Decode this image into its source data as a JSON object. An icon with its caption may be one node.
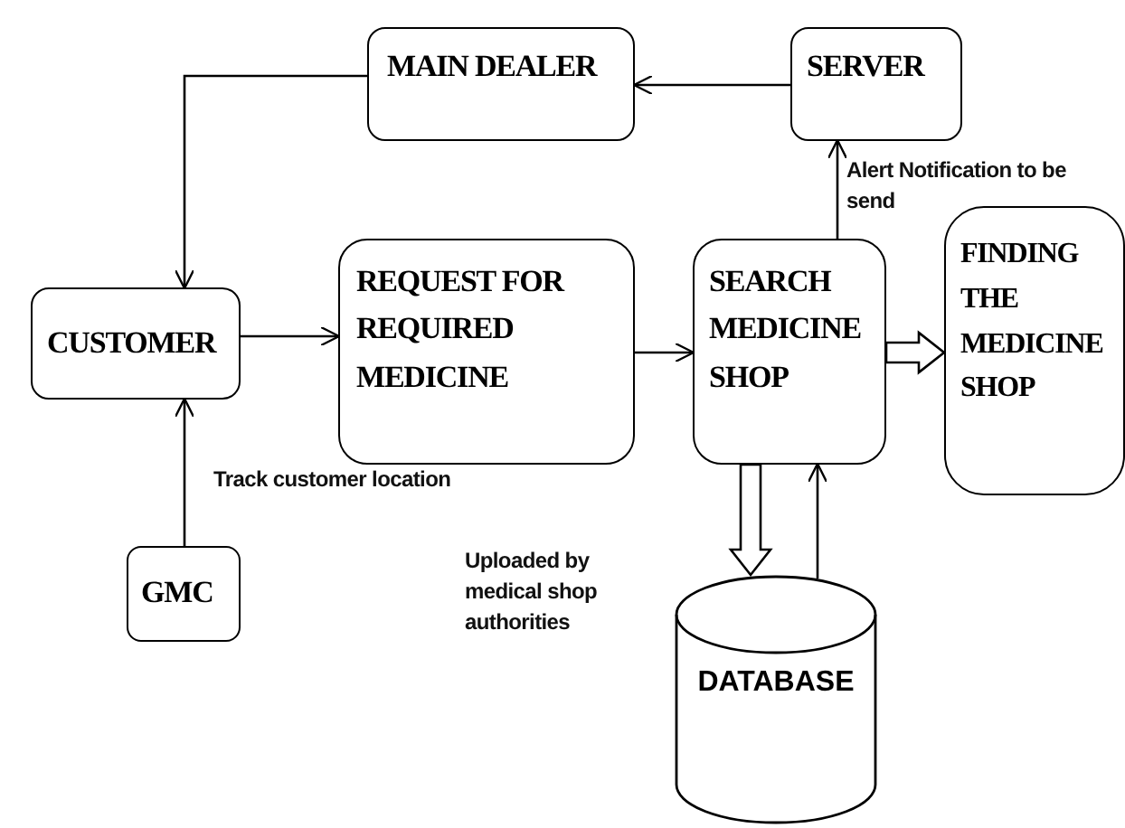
{
  "diagram": {
    "nodes": [
      {
        "text": [
          "MAIN DEALER"
        ]
      },
      {
        "text": [
          "SERVER"
        ]
      },
      {
        "text": [
          "CUSTOMER"
        ]
      },
      {
        "text": [
          "REQUEST FOR REQUIRED MEDICINE"
        ]
      },
      {
        "text": [
          "SEARCH MEDICINE SHOP"
        ]
      },
      {
        "text": [
          "FINDING THE MEDICINE SHOP"
        ]
      },
      {
        "text": [
          "GMC"
        ]
      },
      {
        "text": [
          "DATABASE"
        ]
      }
    ],
    "edges": [
      {
        "from": 1,
        "to": 0,
        "arrow": "to"
      },
      {
        "from": 0,
        "to": 2,
        "arrow": "to"
      },
      {
        "from": 2,
        "to": 3,
        "arrow": "to"
      },
      {
        "from": 3,
        "to": 4,
        "arrow": "to"
      },
      {
        "from": 4,
        "to": 1,
        "arrow": "to",
        "label": "Alert Notification to be send"
      },
      {
        "from": 4,
        "to": 5,
        "arrow": "to",
        "style": "thick"
      },
      {
        "from": 6,
        "to": 2,
        "arrow": "to",
        "label": "Track customer location"
      },
      {
        "from": 4,
        "to": 7,
        "arrow": "to",
        "style": "thick"
      },
      {
        "from": 7,
        "to": 4,
        "arrow": "to"
      }
    ],
    "labels": [
      "Uploaded by medical shop authorities"
    ]
  }
}
